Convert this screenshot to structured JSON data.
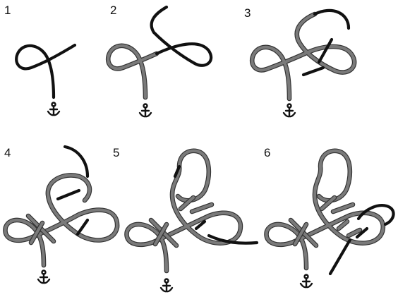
{
  "steps": [
    {
      "number": "1"
    },
    {
      "number": "2"
    },
    {
      "number": "3"
    },
    {
      "number": "4"
    },
    {
      "number": "5"
    },
    {
      "number": "6"
    }
  ],
  "colors": {
    "active_rope": "#111111",
    "previous_rope": "#7a7a7a",
    "previous_rope_outline": "#333333",
    "anchor": "#111111",
    "background": "#ffffff"
  },
  "icons": {
    "fixed_end": "anchor-icon"
  }
}
